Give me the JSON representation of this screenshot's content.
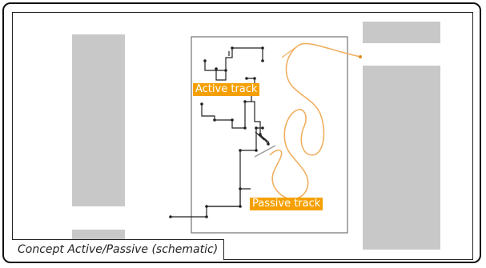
{
  "diagram": {
    "labels": {
      "active": "Active track",
      "passive": "Passive track"
    },
    "caption": "Concept Active/Passive (schematic)"
  },
  "colors": {
    "block_fill": "#c8c8c8",
    "label_bg": "#f5a000",
    "label_text": "#ffffff",
    "passive_track": "#f0b060",
    "active_track": "#222222",
    "frame": "#111111"
  }
}
